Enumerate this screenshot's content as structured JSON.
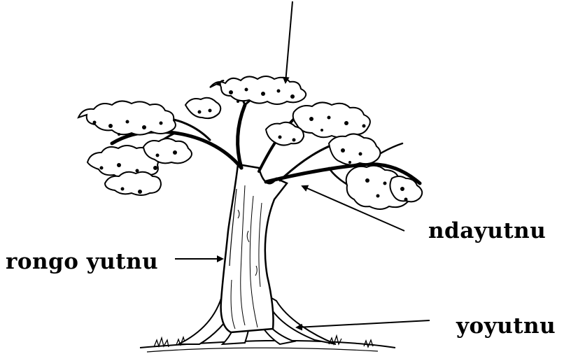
{
  "labels": {
    "trunk": "rongo yutnu",
    "branch": "ndayutnu",
    "root": "yoyutnu"
  },
  "colors": {
    "ink": "#000000",
    "background": "#ffffff"
  }
}
